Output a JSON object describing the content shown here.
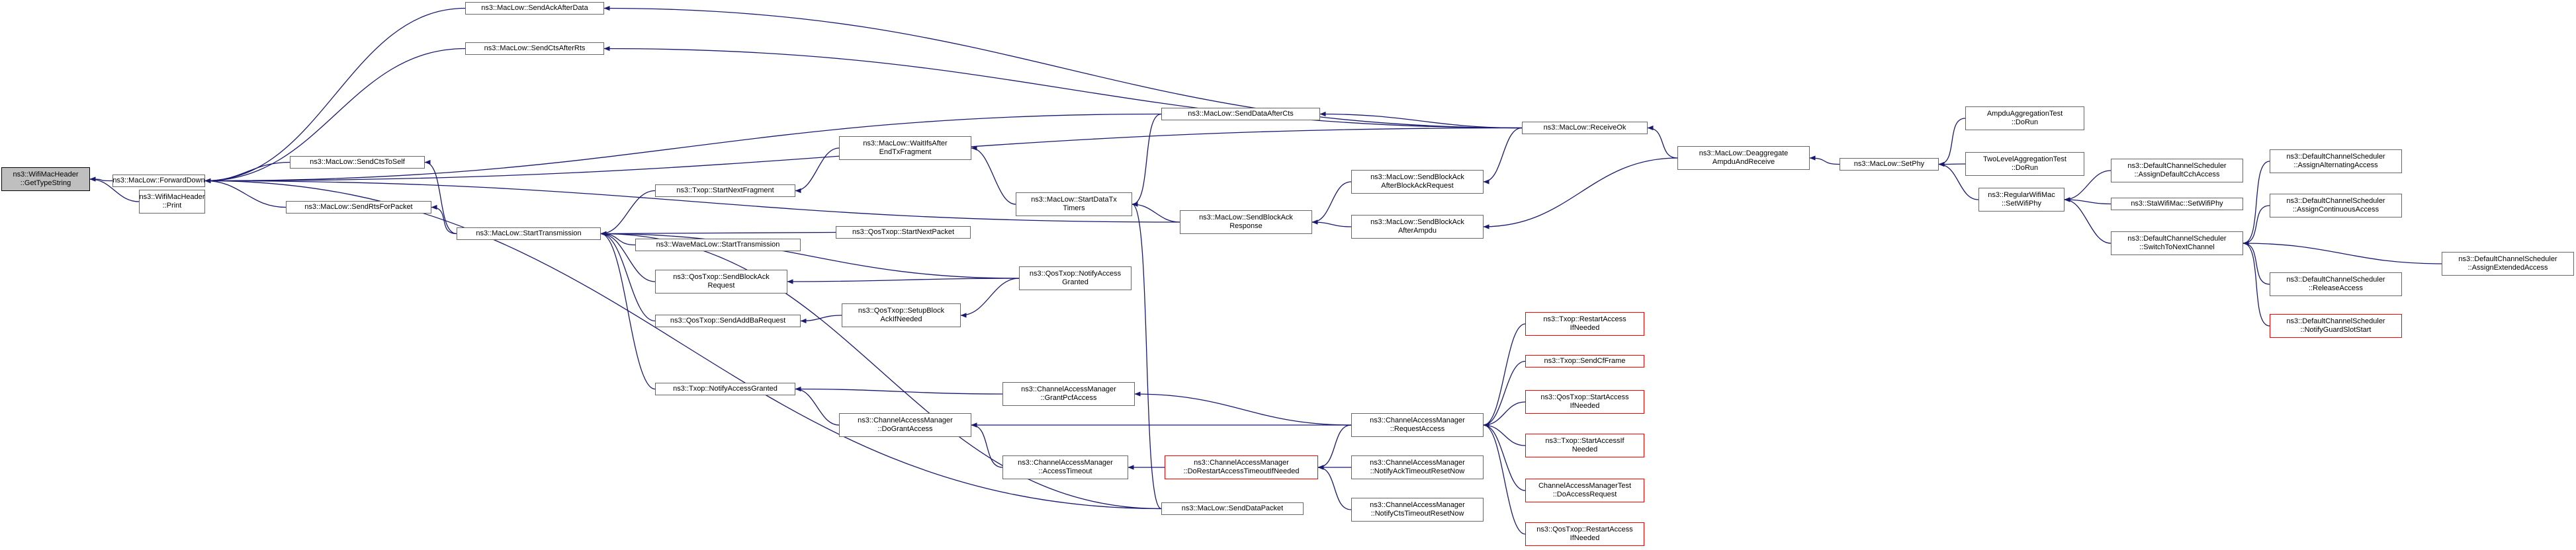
{
  "diagram": {
    "colors": {
      "edge": "#191970",
      "node_border": "#666666",
      "node_border_truncated": "#ff0000",
      "root_fill": "#bfbfbf"
    },
    "nodes": [
      {
        "id": "root",
        "lines": [
          "ns3::WifiMacHeader",
          "::GetTypeString"
        ]
      },
      {
        "id": "forwarddown",
        "lines": [
          "ns3::MacLow::ForwardDown"
        ]
      },
      {
        "id": "print",
        "lines": [
          "ns3::WifiMacHeader",
          "::Print"
        ]
      },
      {
        "id": "sendackafterdata",
        "lines": [
          "ns3::MacLow::SendAckAfterData"
        ]
      },
      {
        "id": "sendctsafterrts",
        "lines": [
          "ns3::MacLow::SendCtsAfterRts"
        ]
      },
      {
        "id": "sendctstoself",
        "lines": [
          "ns3::MacLow::SendCtsToSelf"
        ]
      },
      {
        "id": "sendrtsforpacket",
        "lines": [
          "ns3::MacLow::SendRtsForPacket"
        ]
      },
      {
        "id": "starttransmission",
        "lines": [
          "ns3::MacLow::StartTransmission"
        ]
      },
      {
        "id": "txop_startnextfragment",
        "lines": [
          "ns3::Txop::StartNextFragment"
        ]
      },
      {
        "id": "wave_starttransmission",
        "lines": [
          "ns3::WaveMacLow::StartTransmission"
        ]
      },
      {
        "id": "qostxop_sendblockackrequest",
        "lines": [
          "ns3::QosTxop::SendBlockAck",
          "Request"
        ]
      },
      {
        "id": "qostxop_sendaddbarequest",
        "lines": [
          "ns3::QosTxop::SendAddBaRequest"
        ]
      },
      {
        "id": "txop_notifyaccessgranted",
        "lines": [
          "ns3::Txop::NotifyAccessGranted"
        ]
      },
      {
        "id": "waitifsafter",
        "lines": [
          "ns3::MacLow::WaitIfsAfter",
          "EndTxFragment"
        ]
      },
      {
        "id": "qostxop_startnextpacket",
        "lines": [
          "ns3::QosTxop::StartNextPacket"
        ]
      },
      {
        "id": "qostxop_setupblockack",
        "lines": [
          "ns3::QosTxop::SetupBlock",
          "AckIfNeeded"
        ]
      },
      {
        "id": "cam_dogrant",
        "lines": [
          "ns3::ChannelAccessManager",
          "::DoGrantAccess"
        ]
      },
      {
        "id": "cam_accesstimeout",
        "lines": [
          "ns3::ChannelAccessManager",
          "::AccessTimeout"
        ]
      },
      {
        "id": "startdatatxtimers",
        "lines": [
          "ns3::MacLow::StartDataTx",
          "Timers"
        ]
      },
      {
        "id": "qostxop_notifyaccessgranted",
        "lines": [
          "ns3::QosTxop::NotifyAccess",
          "Granted"
        ]
      },
      {
        "id": "cam_grantpcf",
        "lines": [
          "ns3::ChannelAccessManager",
          "::GrantPcfAccess"
        ]
      },
      {
        "id": "cam_dorestart",
        "lines": [
          "ns3::ChannelAccessManager",
          "::DoRestartAccessTimeoutIfNeeded"
        ],
        "truncated": true
      },
      {
        "id": "senddatapacket",
        "lines": [
          "ns3::MacLow::SendDataPacket"
        ]
      },
      {
        "id": "senddataafterccts",
        "lines": [
          "ns3::MacLow::SendDataAfterCts"
        ]
      },
      {
        "id": "sendblockackresponse",
        "lines": [
          "ns3::MacLow::SendBlockAck",
          "Response"
        ]
      },
      {
        "id": "sendblockack_afterblockackrequest",
        "lines": [
          "ns3::MacLow::SendBlockAck",
          "AfterBlockAckRequest"
        ]
      },
      {
        "id": "sendblockack_afterampdu",
        "lines": [
          "ns3::MacLow::SendBlockAck",
          "AfterAmpdu"
        ]
      },
      {
        "id": "cam_requestaccess",
        "lines": [
          "ns3::ChannelAccessManager",
          "::RequestAccess"
        ]
      },
      {
        "id": "cam_notifyacktimeout",
        "lines": [
          "ns3::ChannelAccessManager",
          "::NotifyAckTimeoutResetNow"
        ]
      },
      {
        "id": "cam_notifyctstimeout",
        "lines": [
          "ns3::ChannelAccessManager",
          "::NotifyCtsTimeoutResetNow"
        ]
      },
      {
        "id": "receiveok",
        "lines": [
          "ns3::MacLow::ReceiveOk"
        ]
      },
      {
        "id": "txop_restartaccess",
        "lines": [
          "ns3::Txop::RestartAccess",
          "IfNeeded"
        ],
        "truncated": true
      },
      {
        "id": "txop_sendcfframe",
        "lines": [
          "ns3::Txop::SendCfFrame"
        ],
        "truncated": true
      },
      {
        "id": "qostxop_startaccess",
        "lines": [
          "ns3::QosTxop::StartAccess",
          "IfNeeded"
        ],
        "truncated": true
      },
      {
        "id": "txop_startaccess",
        "lines": [
          "ns3::Txop::StartAccessIf",
          "Needed"
        ],
        "truncated": true
      },
      {
        "id": "camtest_doaccessrequest",
        "lines": [
          "ChannelAccessManagerTest",
          "::DoAccessRequest"
        ],
        "truncated": true
      },
      {
        "id": "qostxop_restartaccess",
        "lines": [
          "ns3::QosTxop::RestartAccess",
          "IfNeeded"
        ],
        "truncated": true
      },
      {
        "id": "deaggregate",
        "lines": [
          "ns3::MacLow::Deaggregate",
          "AmpduAndReceive"
        ]
      },
      {
        "id": "setphy",
        "lines": [
          "ns3::MacLow::SetPhy"
        ]
      },
      {
        "id": "ampdutest",
        "lines": [
          "AmpduAggregationTest",
          "::DoRun"
        ]
      },
      {
        "id": "twoleveltest",
        "lines": [
          "TwoLevelAggregationTest",
          "::DoRun"
        ]
      },
      {
        "id": "regularwifimac_setwifiphy",
        "lines": [
          "ns3::RegularWifiMac",
          "::SetWifiPhy"
        ]
      },
      {
        "id": "dcs_assigndefault",
        "lines": [
          "ns3::DefaultChannelScheduler",
          "::AssignDefaultCchAccess"
        ]
      },
      {
        "id": "stawifimac_setwifiphy",
        "lines": [
          "ns3::StaWifiMac::SetWifiPhy"
        ]
      },
      {
        "id": "dcs_switchtonext",
        "lines": [
          "ns3::DefaultChannelScheduler",
          "::SwitchToNextChannel"
        ]
      },
      {
        "id": "dcs_assignalternating",
        "lines": [
          "ns3::DefaultChannelScheduler",
          "::AssignAlternatingAccess"
        ]
      },
      {
        "id": "dcs_assigncontinuous",
        "lines": [
          "ns3::DefaultChannelScheduler",
          "::AssignContinuousAccess"
        ]
      },
      {
        "id": "dcs_releaseaccess",
        "lines": [
          "ns3::DefaultChannelScheduler",
          "::ReleaseAccess"
        ]
      },
      {
        "id": "dcs_notifyguardslot",
        "lines": [
          "ns3::DefaultChannelScheduler",
          "::NotifyGuardSlotStart"
        ],
        "truncated": true
      },
      {
        "id": "dcs_assignextended",
        "lines": [
          "ns3::DefaultChannelScheduler",
          "::AssignExtendedAccess"
        ]
      }
    ],
    "edges": [
      [
        "forwarddown",
        "root"
      ],
      [
        "print",
        "root"
      ],
      [
        "sendackafterdata",
        "forwarddown"
      ],
      [
        "sendctsafterrts",
        "forwarddown"
      ],
      [
        "sendctstoself",
        "forwarddown"
      ],
      [
        "sendrtsforpacket",
        "forwarddown"
      ],
      [
        "senddataafterccts",
        "forwarddown"
      ],
      [
        "receiveok",
        "forwarddown"
      ],
      [
        "sendblockackresponse",
        "forwarddown"
      ],
      [
        "senddatapacket",
        "forwarddown"
      ],
      [
        "receiveok",
        "sendackafterdata"
      ],
      [
        "receiveok",
        "sendctsafterrts"
      ],
      [
        "starttransmission",
        "sendctstoself"
      ],
      [
        "starttransmission",
        "sendrtsforpacket"
      ],
      [
        "txop_startnextfragment",
        "starttransmission"
      ],
      [
        "wave_starttransmission",
        "starttransmission"
      ],
      [
        "qostxop_sendblockackrequest",
        "starttransmission"
      ],
      [
        "qostxop_sendaddbarequest",
        "starttransmission"
      ],
      [
        "txop_notifyaccessgranted",
        "starttransmission"
      ],
      [
        "qostxop_startnextpacket",
        "starttransmission"
      ],
      [
        "qostxop_notifyaccessgranted",
        "starttransmission"
      ],
      [
        "senddatapacket",
        "starttransmission"
      ],
      [
        "waitifsafter",
        "txop_startnextfragment"
      ],
      [
        "qostxop_notifyaccessgranted",
        "qostxop_sendblockackrequest"
      ],
      [
        "qostxop_setupblockack",
        "qostxop_sendaddbarequest"
      ],
      [
        "cam_dogrant",
        "txop_notifyaccessgranted"
      ],
      [
        "cam_grantpcf",
        "txop_notifyaccessgranted"
      ],
      [
        "startdatatxtimers",
        "waitifsafter"
      ],
      [
        "qostxop_notifyaccessgranted",
        "qostxop_setupblockack"
      ],
      [
        "cam_requestaccess",
        "cam_dogrant"
      ],
      [
        "cam_accesstimeout",
        "cam_dogrant"
      ],
      [
        "cam_dorestart",
        "cam_accesstimeout"
      ],
      [
        "senddataafterccts",
        "startdatatxtimers"
      ],
      [
        "sendblockackresponse",
        "startdatatxtimers"
      ],
      [
        "senddatapacket",
        "startdatatxtimers"
      ],
      [
        "cam_requestaccess",
        "cam_grantpcf"
      ],
      [
        "cam_requestaccess",
        "cam_dorestart"
      ],
      [
        "cam_notifyacktimeout",
        "cam_dorestart"
      ],
      [
        "cam_notifyctstimeout",
        "cam_dorestart"
      ],
      [
        "receiveok",
        "senddataafterccts"
      ],
      [
        "sendblockack_afterblockackrequest",
        "sendblockackresponse"
      ],
      [
        "sendblockack_afterampdu",
        "sendblockackresponse"
      ],
      [
        "receiveok",
        "sendblockack_afterblockackrequest"
      ],
      [
        "deaggregate",
        "sendblockack_afterampdu"
      ],
      [
        "txop_restartaccess",
        "cam_requestaccess"
      ],
      [
        "txop_sendcfframe",
        "cam_requestaccess"
      ],
      [
        "qostxop_startaccess",
        "cam_requestaccess"
      ],
      [
        "txop_startaccess",
        "cam_requestaccess"
      ],
      [
        "camtest_doaccessrequest",
        "cam_requestaccess"
      ],
      [
        "qostxop_restartaccess",
        "cam_requestaccess"
      ],
      [
        "deaggregate",
        "receiveok"
      ],
      [
        "setphy",
        "deaggregate"
      ],
      [
        "ampdutest",
        "setphy"
      ],
      [
        "twoleveltest",
        "setphy"
      ],
      [
        "regularwifimac_setwifiphy",
        "setphy"
      ],
      [
        "dcs_assigndefault",
        "regularwifimac_setwifiphy"
      ],
      [
        "stawifimac_setwifiphy",
        "regularwifimac_setwifiphy"
      ],
      [
        "dcs_switchtonext",
        "regularwifimac_setwifiphy"
      ],
      [
        "dcs_assignalternating",
        "dcs_switchtonext"
      ],
      [
        "dcs_assigncontinuous",
        "dcs_switchtonext"
      ],
      [
        "dcs_assignextended",
        "dcs_switchtonext"
      ],
      [
        "dcs_releaseaccess",
        "dcs_switchtonext"
      ],
      [
        "dcs_notifyguardslot",
        "dcs_switchtonext"
      ]
    ]
  }
}
